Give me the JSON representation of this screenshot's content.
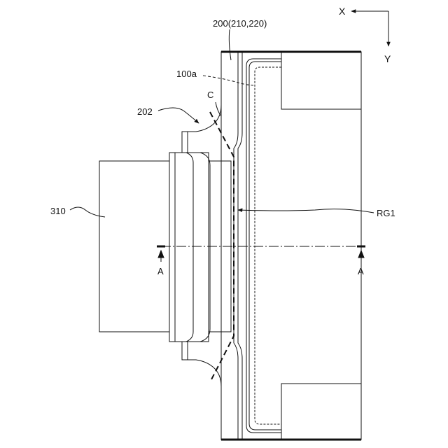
{
  "figure": {
    "axes": {
      "x_label": "X",
      "y_label": "Y"
    },
    "labels": {
      "part_200": "200(210,220)",
      "part_100a": "100a",
      "region_c": "C",
      "part_202": "202",
      "part_310": "310",
      "region_rg1": "RG1",
      "section_left": "A",
      "section_right": "A"
    },
    "colors": {
      "line": "#111111",
      "background": "#ffffff"
    }
  }
}
